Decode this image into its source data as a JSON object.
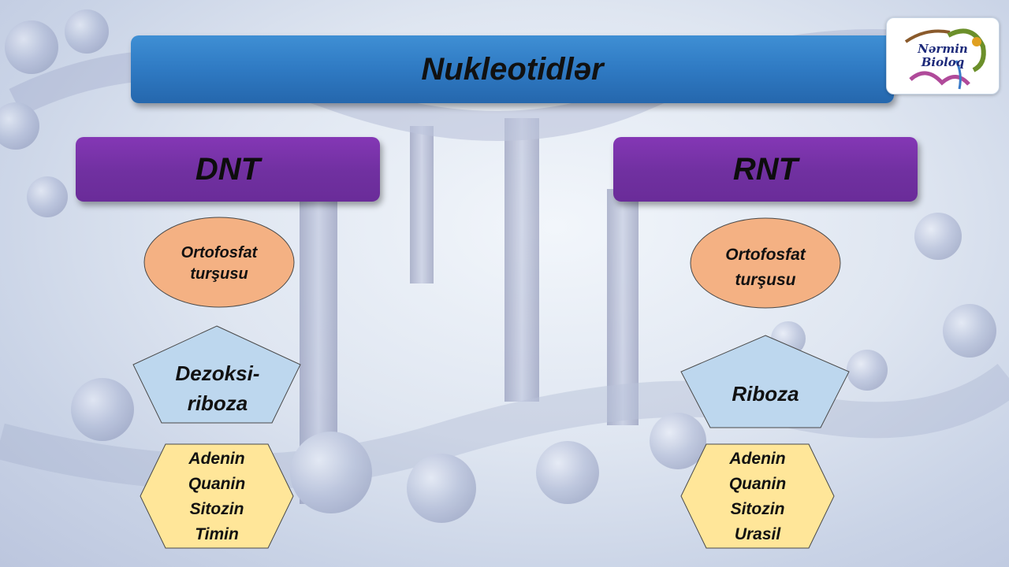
{
  "title": "Nukleotidlər",
  "logo": {
    "line1": "Nərmin",
    "line2": "Bioloq"
  },
  "columns": [
    {
      "heading": "DNT",
      "phosphate": {
        "line1": "Ortofosfat",
        "line2": "turşusu"
      },
      "sugar": {
        "line1": "Dezoksi-",
        "line2": "riboza"
      },
      "bases": [
        "Adenin",
        "Quanin",
        "Sitozin",
        "Timin"
      ]
    },
    {
      "heading": "RNT",
      "phosphate": {
        "line1": "Ortofosfat",
        "line2": "turşusu"
      },
      "sugar": {
        "line1": "Riboza"
      },
      "bases": [
        "Adenin",
        "Quanin",
        "Sitozin",
        "Urasil"
      ]
    }
  ],
  "colors": {
    "title_bar": "#2f7ac3",
    "heading_box": "#7030a0",
    "ellipse_fill": "#f4b183",
    "pentagon_fill": "#bdd7ee",
    "hexagon_fill": "#ffe699"
  }
}
